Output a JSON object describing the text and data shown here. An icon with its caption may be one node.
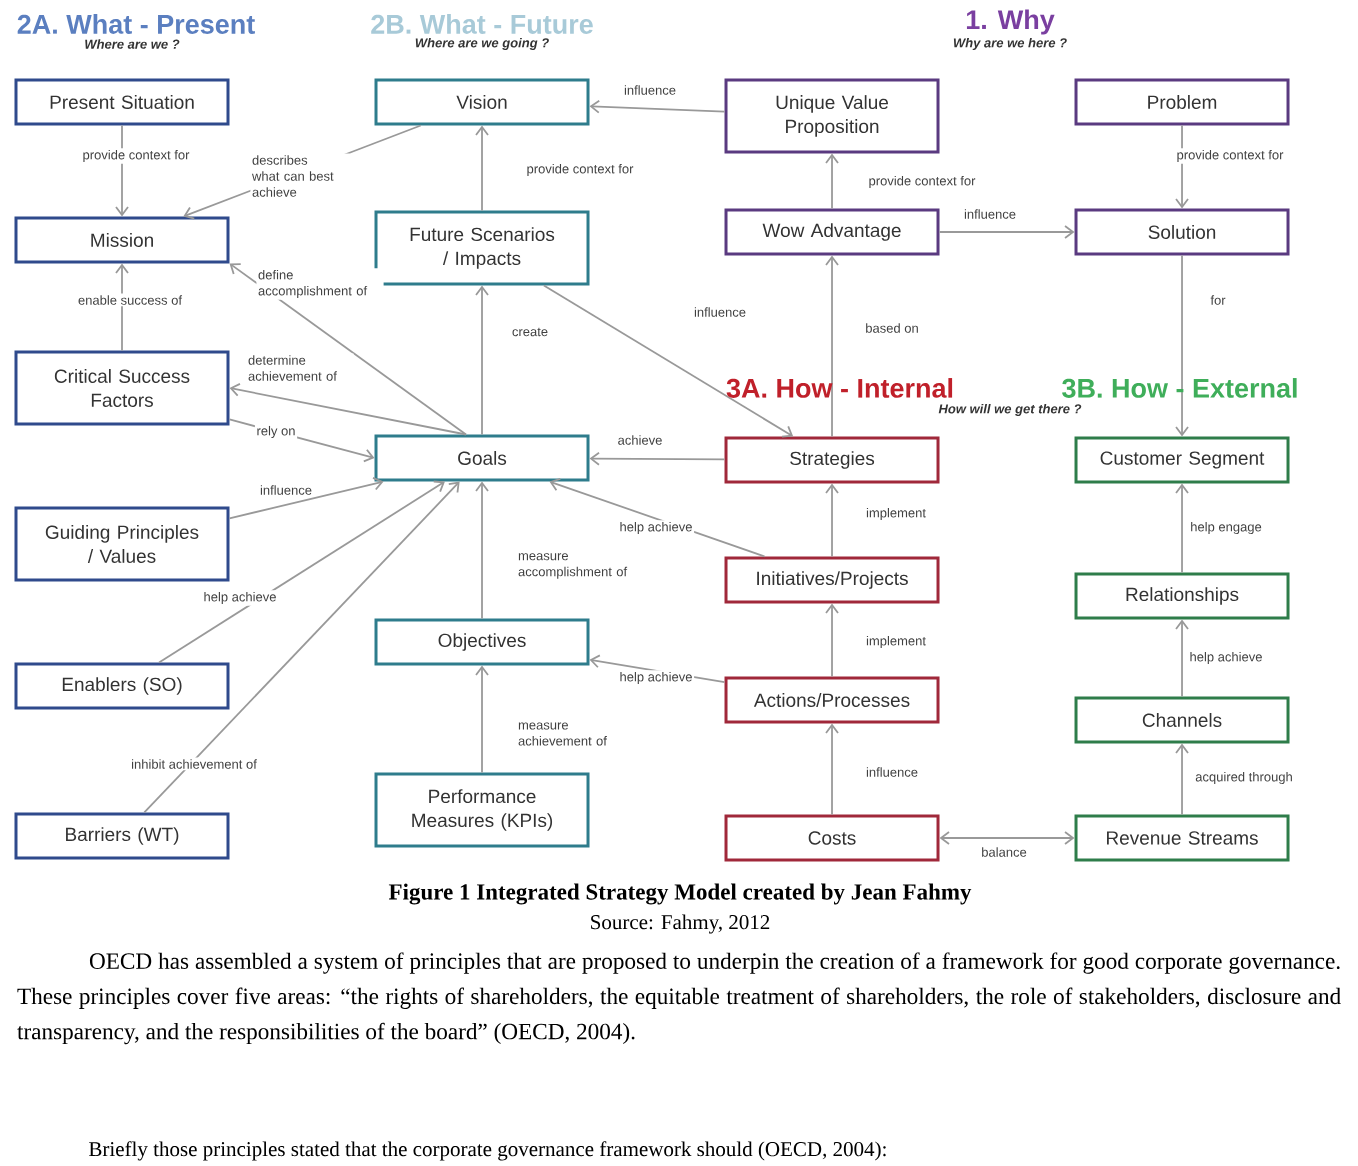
{
  "diagram": {
    "caption": "Figure 1  Integrated Strategy Model created by Jean Fahmy",
    "nodes": [
      {
        "text": [
          "Present Situation"
        ]
      },
      {
        "text": [
          "Mission"
        ]
      },
      {
        "text": [
          "Critical Success Factors"
        ]
      },
      {
        "text": [
          "Guiding Principles / Values"
        ]
      },
      {
        "text": [
          "Enablers (SO)"
        ]
      },
      {
        "text": [
          "Barriers (WT)"
        ]
      },
      {
        "text": [
          "Vision"
        ]
      },
      {
        "text": [
          "Future Scenarios / Impacts"
        ]
      },
      {
        "text": [
          "Goals"
        ]
      },
      {
        "text": [
          "Objectives"
        ]
      },
      {
        "text": [
          "Performance Measures (KPIs)"
        ]
      },
      {
        "text": [
          "Unique Value Proposition"
        ]
      },
      {
        "text": [
          "Wow Advantage"
        ]
      },
      {
        "text": [
          "Problem"
        ]
      },
      {
        "text": [
          "Solution"
        ]
      },
      {
        "text": [
          "Strategies"
        ]
      },
      {
        "text": [
          "Initiatives/Projects"
        ]
      },
      {
        "text": [
          "Actions/Processes"
        ]
      },
      {
        "text": [
          "Costs"
        ]
      },
      {
        "text": [
          "Customer Segment"
        ]
      },
      {
        "text": [
          "Relationships"
        ]
      },
      {
        "text": [
          "Channels"
        ]
      },
      {
        "text": [
          "Revenue Streams"
        ]
      }
    ],
    "edges": [
      {
        "from": 0,
        "to": 1,
        "arrow": "to",
        "label": "provide context for"
      },
      {
        "from": 6,
        "to": 1,
        "arrow": "to",
        "label": "describes what can best achieve"
      },
      {
        "from": 2,
        "to": 1,
        "arrow": "to",
        "label": "enable success of"
      },
      {
        "from": 8,
        "to": 1,
        "arrow": "to",
        "label": "define accomplishment of"
      },
      {
        "from": 8,
        "to": 2,
        "arrow": "to",
        "label": "determine achievement of"
      },
      {
        "from": 2,
        "to": 8,
        "arrow": "to",
        "label": "rely on"
      },
      {
        "from": 3,
        "to": 8,
        "arrow": "to",
        "label": "influence"
      },
      {
        "from": 4,
        "to": 8,
        "arrow": "to",
        "label": "help achieve"
      },
      {
        "from": 5,
        "to": 8,
        "arrow": "to",
        "label": "inhibit achievement of"
      },
      {
        "from": 7,
        "to": 6,
        "arrow": "to",
        "label": "provide context for"
      },
      {
        "from": 8,
        "to": 7,
        "arrow": "to",
        "label": "create"
      },
      {
        "from": 11,
        "to": 6,
        "arrow": "to",
        "label": "influence"
      },
      {
        "from": 7,
        "to": 15,
        "arrow": "to",
        "label": "influence"
      },
      {
        "from": 12,
        "to": 11,
        "arrow": "to",
        "label": "provide context for"
      },
      {
        "from": 12,
        "to": 14,
        "arrow": "to",
        "label": "influence"
      },
      {
        "from": 13,
        "to": 14,
        "arrow": "to",
        "label": "provide context for"
      },
      {
        "from": 14,
        "to": 19,
        "arrow": "to",
        "label": "for"
      },
      {
        "from": 15,
        "to": 12,
        "arrow": "to",
        "label": "based on"
      },
      {
        "from": 15,
        "to": 8,
        "arrow": "to",
        "label": "achieve"
      },
      {
        "from": 16,
        "to": 8,
        "arrow": "to",
        "label": "help achieve"
      },
      {
        "from": 16,
        "to": 15,
        "arrow": "to",
        "label": "implement"
      },
      {
        "from": 17,
        "to": 16,
        "arrow": "to",
        "label": "implement"
      },
      {
        "from": 17,
        "to": 9,
        "arrow": "to",
        "label": "help achieve"
      },
      {
        "from": 9,
        "to": 8,
        "arrow": "to",
        "label": "measure accomplishment of"
      },
      {
        "from": 10,
        "to": 9,
        "arrow": "to",
        "label": "measure achievement of"
      },
      {
        "from": 18,
        "to": 17,
        "arrow": "to",
        "label": "influence"
      },
      {
        "from": 18,
        "to": 22,
        "arrow": "both",
        "label": "balance"
      },
      {
        "from": 20,
        "to": 19,
        "arrow": "to",
        "label": "help engage"
      },
      {
        "from": 21,
        "to": 20,
        "arrow": "to",
        "label": "help achieve"
      },
      {
        "from": 22,
        "to": 21,
        "arrow": "to",
        "label": "acquired through"
      }
    ],
    "labels": [
      "2A. What - Present",
      "Where are we ?",
      "2B. What - Future",
      "Where are we going ?",
      "1. Why",
      "Why are we here ?",
      "3A. How - Internal",
      "3B. How - External",
      "How will we get there ?",
      "Source: Fahmy, 2012",
      "OECD has assembled a system of principles that are proposed to underpin the creation of a framework for good corporate governance. These principles cover five areas: “the rights of shareholders, the equitable treatment of shareholders, the role of stakeholders, disclosure and transparency, and the responsibilities of the board” (OECD, 2004).",
      "Briefly those principles stated that the corporate governance framework should (OECD, 2004):"
    ]
  }
}
